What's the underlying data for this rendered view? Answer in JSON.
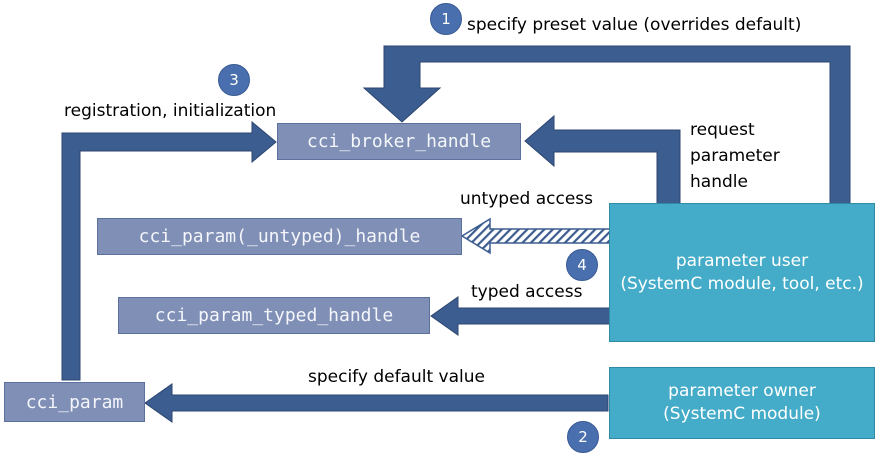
{
  "colors": {
    "arrow": "#3c5d90",
    "arrow_stroke": "#2c4570",
    "handle_box": "#7f8fb5",
    "component_box": "#44acc8",
    "badge": "#4a6fae"
  },
  "boxes": {
    "broker_handle": "cci_broker_handle",
    "untyped_handle": "cci_param(_untyped)_handle",
    "typed_handle": "cci_param_typed_handle",
    "cci_param": "cci_param",
    "parameter_user": {
      "line1": "parameter user",
      "line2": "(SystemC module, tool, etc.)"
    },
    "parameter_owner": {
      "line1": "parameter owner",
      "line2": "(SystemC module)"
    }
  },
  "labels": {
    "preset": "specify preset value (overrides default)",
    "registration": "registration, initialization",
    "request_line1": "request",
    "request_line2": "parameter",
    "request_line3": "handle",
    "untyped_access": "untyped access",
    "typed_access": "typed access",
    "default_value": "specify default value"
  },
  "badges": {
    "b1": "1",
    "b2": "2",
    "b3": "3",
    "b4": "4"
  }
}
